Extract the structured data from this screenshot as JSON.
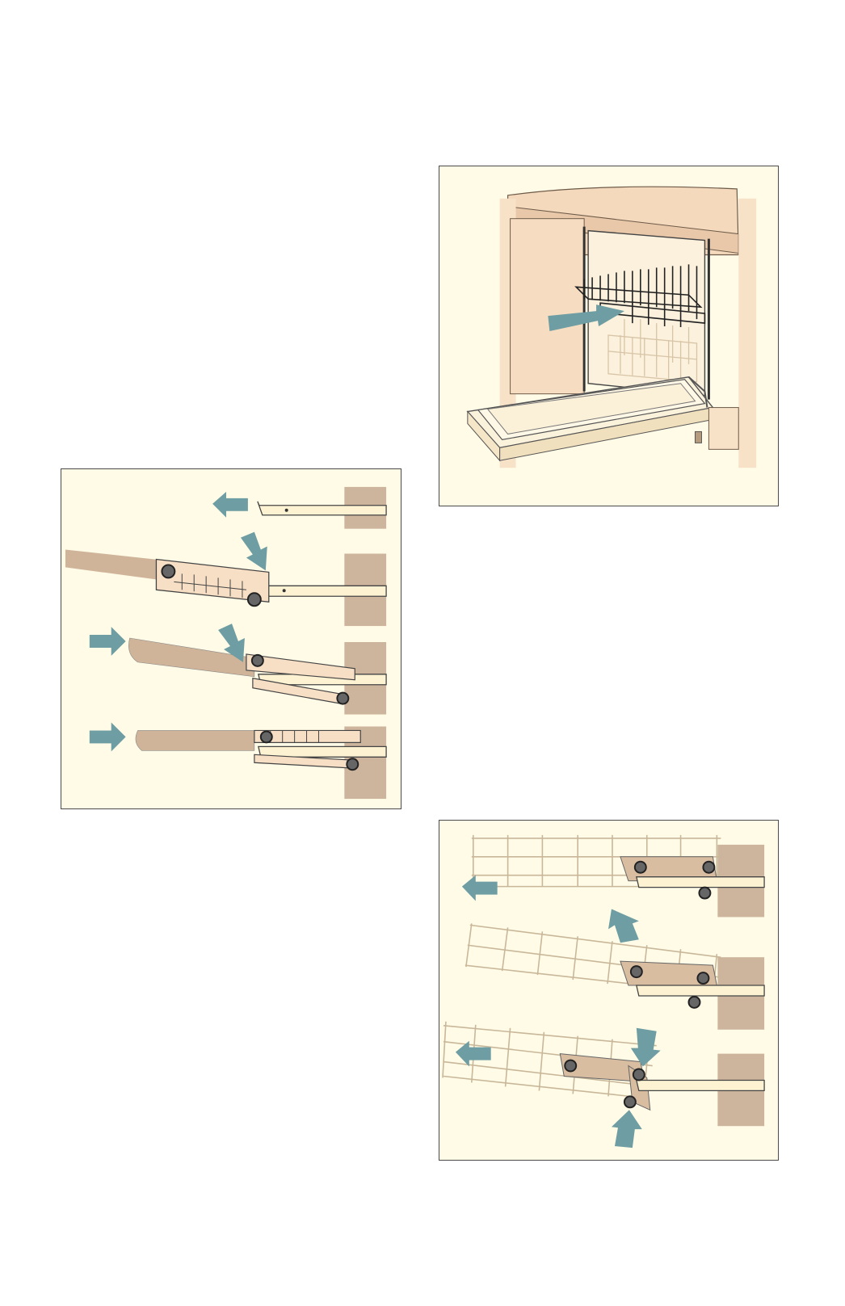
{
  "colors": {
    "panel_bg": "#fffbe6",
    "panel_border": "#4a4a4a",
    "arrow": "#6e9ea3",
    "wall": "#cdb49c",
    "rail": "#fdf3d3",
    "rack_wire": "#c9b79a",
    "dark_wire": "#222222"
  },
  "figures": [
    {
      "name": "figure-remove-upper-rack",
      "icons": [
        "dishwasher-icon",
        "pull-arrow-icon"
      ]
    },
    {
      "name": "figure-rail-insert-steps",
      "icons": [
        "rail-icon",
        "arrow-left-icon",
        "arrow-down-icon",
        "arrow-right-icon"
      ]
    },
    {
      "name": "figure-rack-removal-steps",
      "icons": [
        "rack-icon",
        "arrow-left-icon",
        "arrow-up-icon",
        "arrow-down-icon"
      ]
    }
  ]
}
